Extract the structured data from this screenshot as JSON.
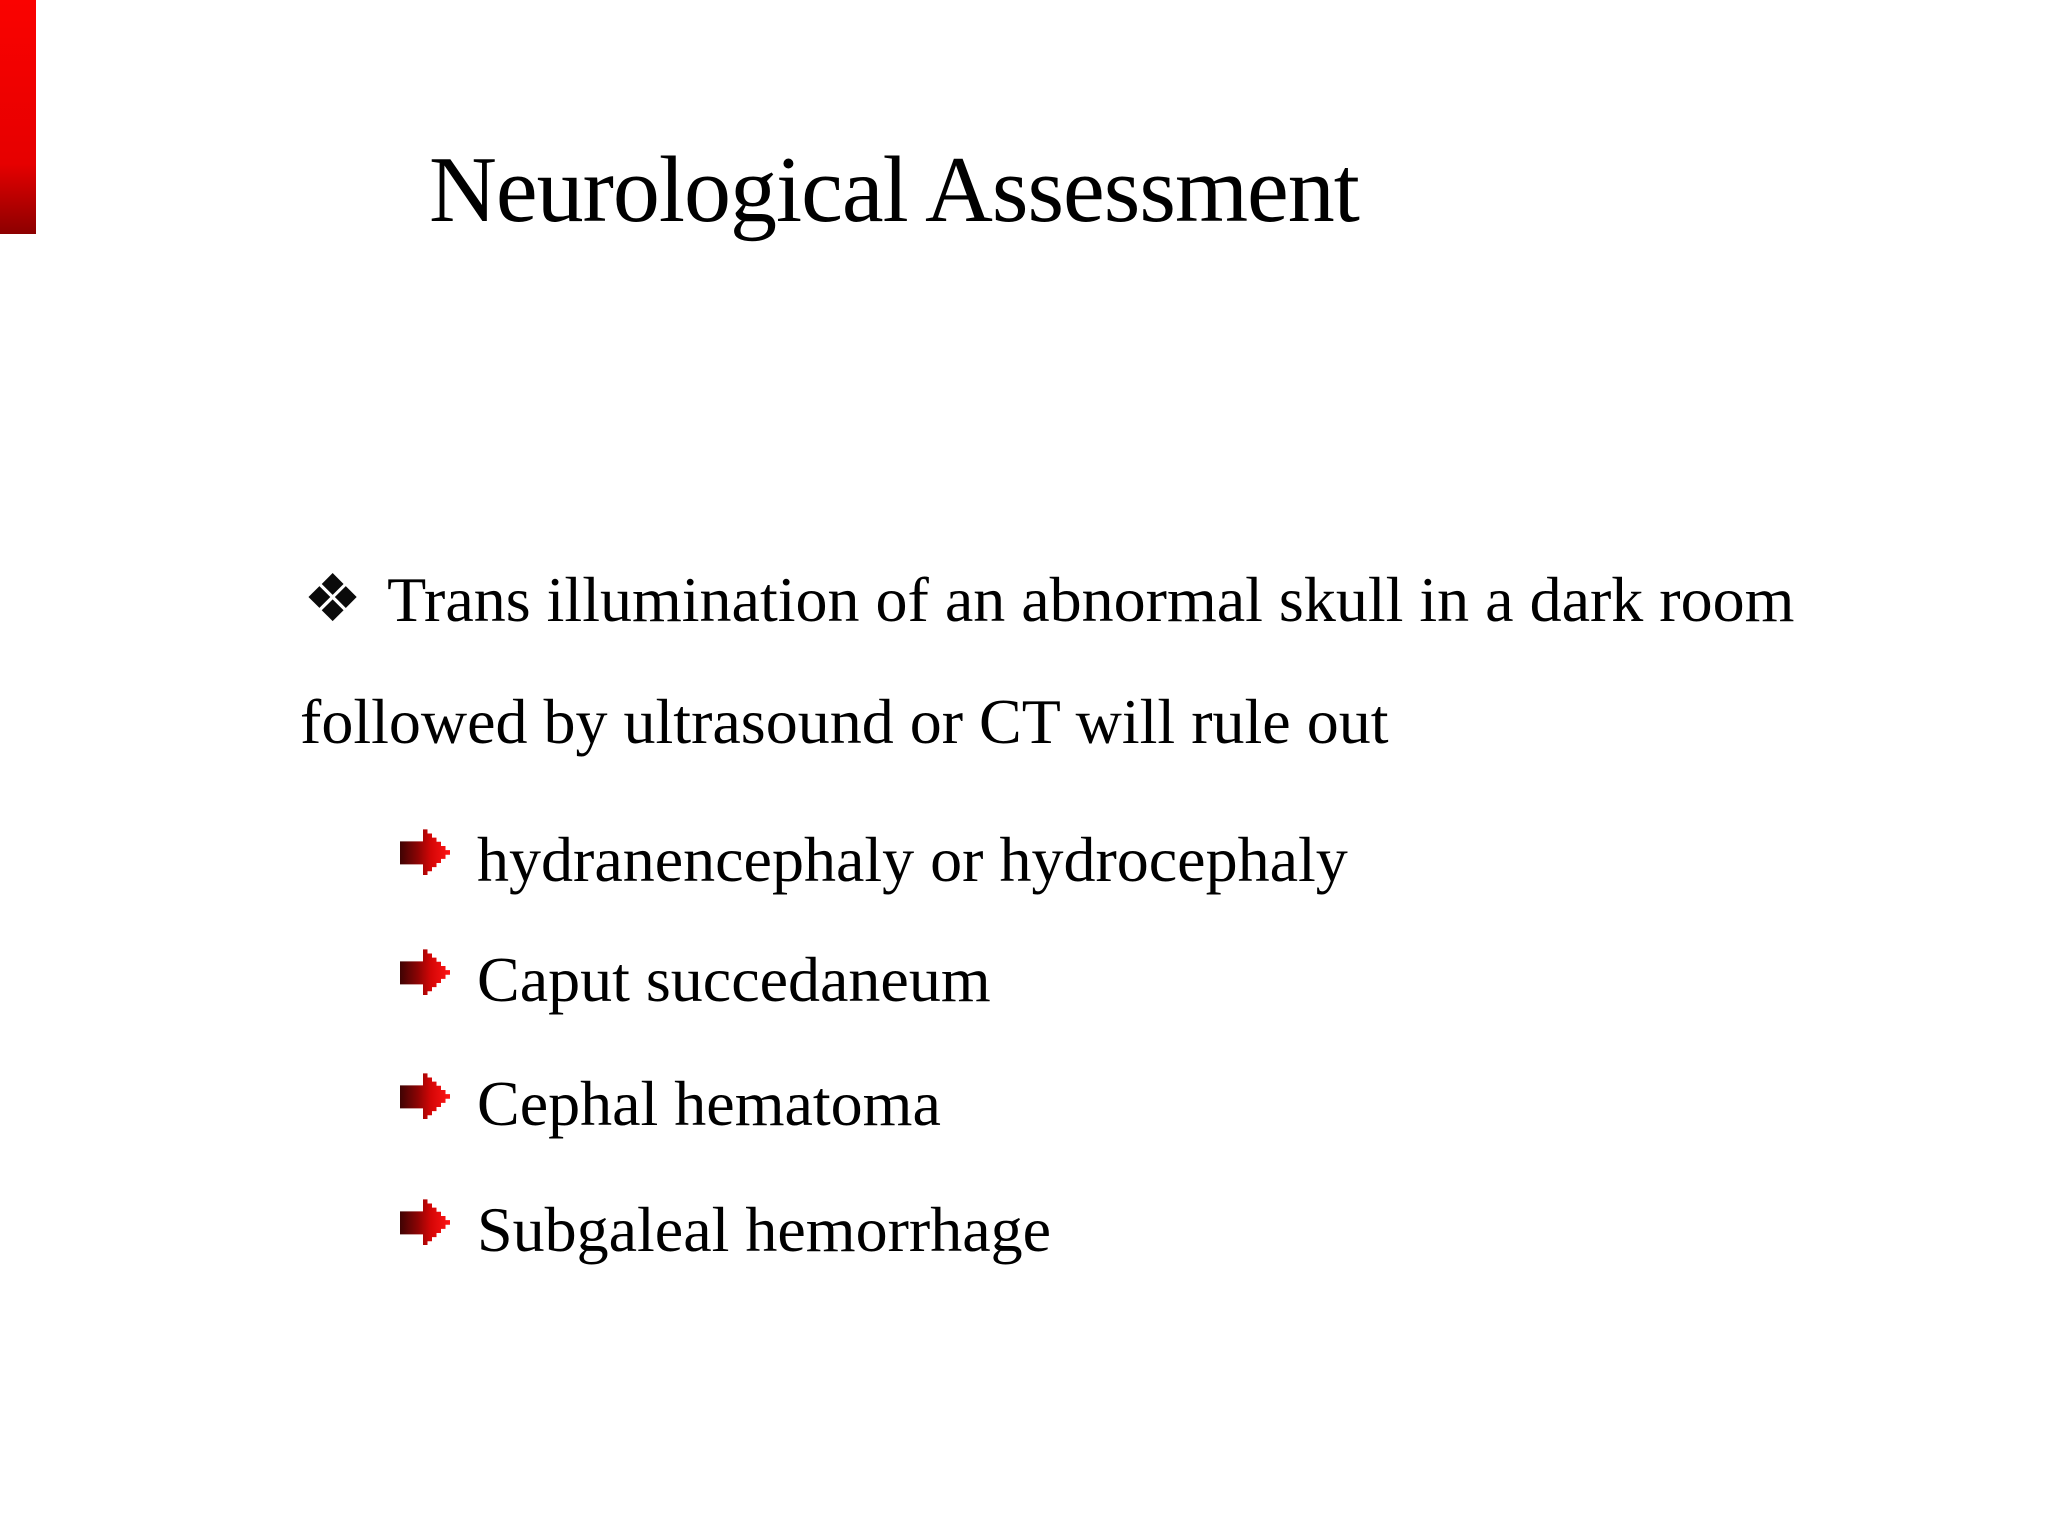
{
  "slide": {
    "title": "Neurological Assessment",
    "main_bullet": {
      "glyph": "❖",
      "line1": "Trans illumination of an abnormal skull in a dark room",
      "line2": "followed by ultrasound or CT will rule out"
    },
    "sub_bullets": [
      "hydranencephaly or hydrocephaly",
      "Caput succedaneum",
      "Cephal hematoma",
      "Subgaleal hemorrhage"
    ],
    "colors": {
      "text": "#000000",
      "accent_bar": "#e60000",
      "arrow_dark": "#3f0303",
      "arrow_bright": "#ff1616"
    }
  }
}
